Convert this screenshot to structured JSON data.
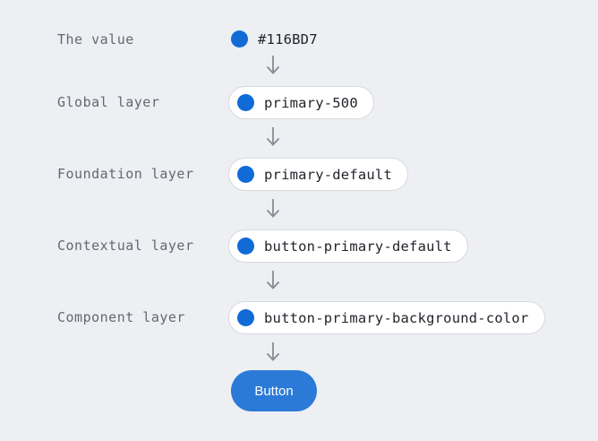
{
  "page": {
    "background": "#edeff3"
  },
  "diagram": {
    "rows": [
      {
        "label": "The value",
        "token": "#116BD7"
      },
      {
        "label": "Global layer",
        "token": "primary-500"
      },
      {
        "label": "Foundation layer",
        "token": "primary-default"
      },
      {
        "label": "Contextual layer",
        "token": "button-primary-default"
      },
      {
        "label": "Component layer",
        "token": "button-primary-background-color"
      }
    ],
    "swatch_color": "#116BD7",
    "arrow_color": "#878d95",
    "button": {
      "label": "Button",
      "background": "#2b7ad8",
      "text_color": "#ffffff"
    }
  }
}
